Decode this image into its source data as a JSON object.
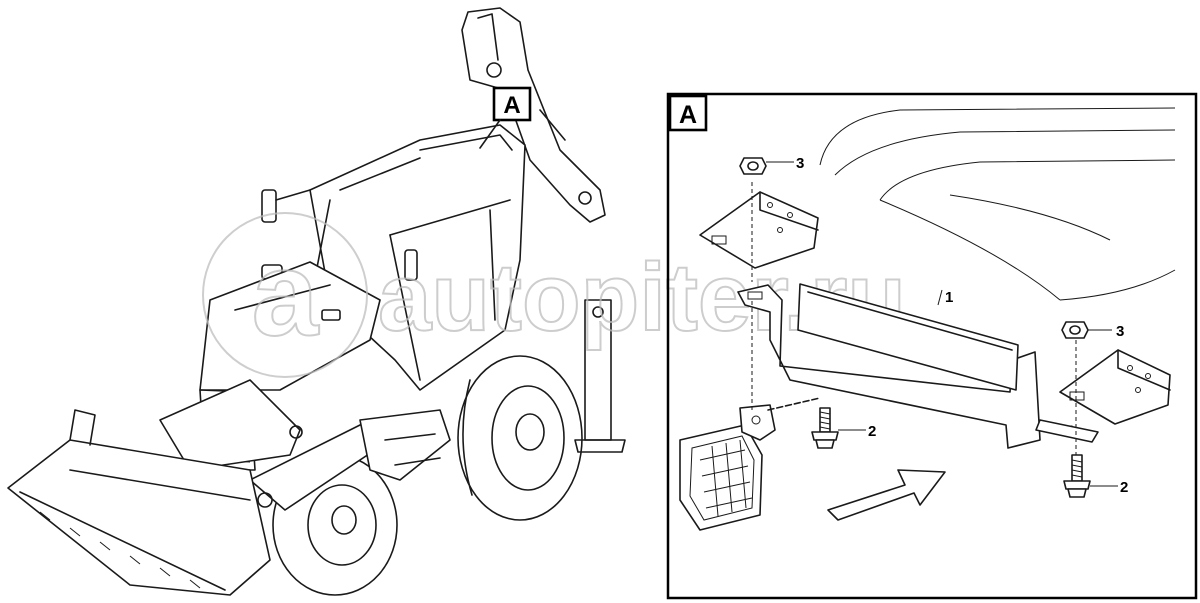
{
  "callout_main": "A",
  "detail_panel": {
    "label": "A"
  },
  "watermark": {
    "logo_letter": "a",
    "text": "autopiter.ru"
  },
  "parts": [
    {
      "callout": "1"
    },
    {
      "callout": "2"
    },
    {
      "callout": "2"
    },
    {
      "callout": "3"
    },
    {
      "callout": "3"
    }
  ]
}
